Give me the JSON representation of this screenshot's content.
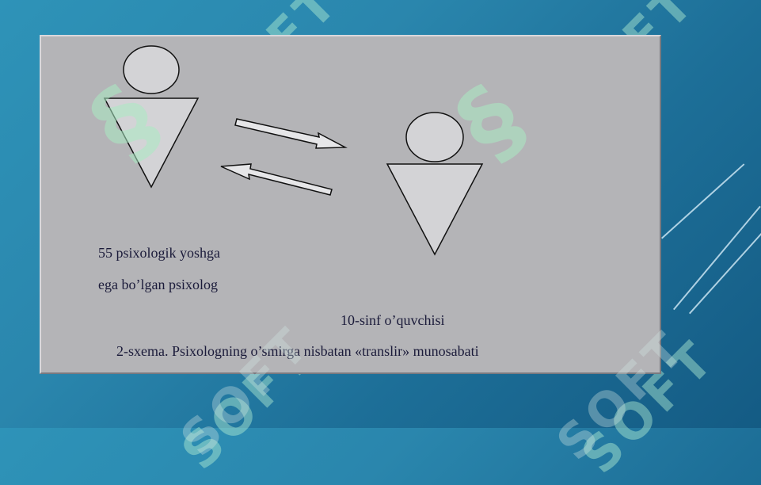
{
  "watermark": {
    "text": "SOFT",
    "mark": "§"
  },
  "diagram": {
    "left_person_label_line1": "55 psixologik yoshga",
    "left_person_label_line2": "ega bo’lgan psixolog",
    "right_person_label": "10-sinf o’quvchisi",
    "caption": "2-sxema. Psixologning o’smirga nisbatan «translir» munosabati"
  },
  "colors": {
    "slide_background": "#b4b4b7",
    "figure_fill": "#d3d3d6",
    "figure_stroke": "#111111",
    "text": "#1b1b3a"
  }
}
